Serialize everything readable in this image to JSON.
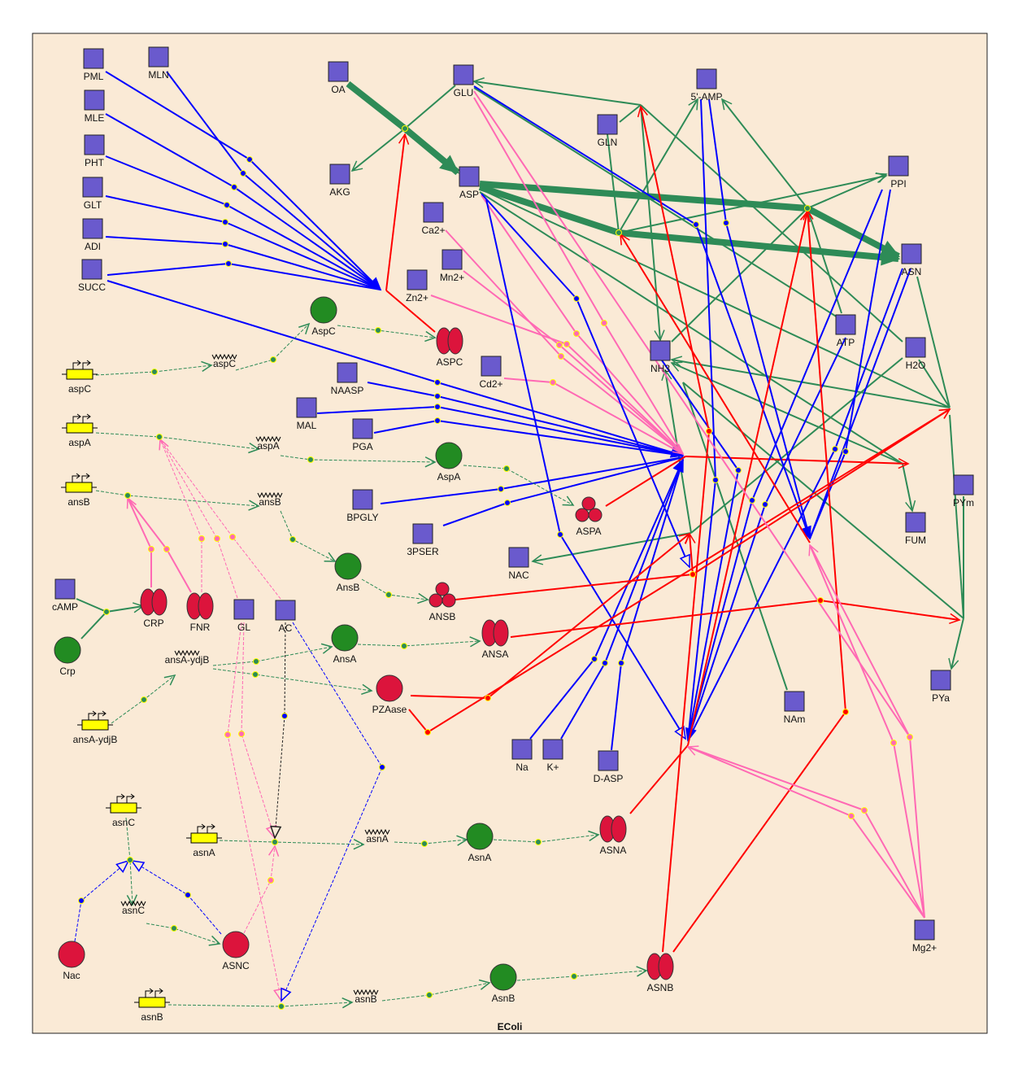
{
  "diagram": {
    "title": "EColi",
    "colors": {
      "background": "#faead6",
      "species": "#6a5acd",
      "protein_green": "#228b22",
      "protein_red": "#dc143c",
      "gene": "#ffff00",
      "reaction": "#2e8b57",
      "inhibition_or_transport": "#0000ff",
      "catalysis": "#ff0000",
      "modulation": "#ff69b4"
    },
    "species": [
      {
        "id": "PML",
        "label": "PML"
      },
      {
        "id": "MLN",
        "label": "MLN"
      },
      {
        "id": "MLE",
        "label": "MLE"
      },
      {
        "id": "PHT",
        "label": "PHT"
      },
      {
        "id": "GLT",
        "label": "GLT"
      },
      {
        "id": "ADI",
        "label": "ADI"
      },
      {
        "id": "SUCC",
        "label": "SUCC"
      },
      {
        "id": "OA",
        "label": "OA"
      },
      {
        "id": "GLU",
        "label": "GLU"
      },
      {
        "id": "AKG",
        "label": "AKG"
      },
      {
        "id": "ASP",
        "label": "ASP"
      },
      {
        "id": "Ca",
        "label": "Ca2+"
      },
      {
        "id": "Mn",
        "label": "Mn2+"
      },
      {
        "id": "Zn",
        "label": "Zn2+"
      },
      {
        "id": "GLN",
        "label": "GLN"
      },
      {
        "id": "AMP",
        "label": "5'-AMP"
      },
      {
        "id": "PPI",
        "label": "PPI"
      },
      {
        "id": "ASN",
        "label": "ASN"
      },
      {
        "id": "NH3",
        "label": "NH3"
      },
      {
        "id": "ATP",
        "label": "ATP"
      },
      {
        "id": "H2O",
        "label": "H2O"
      },
      {
        "id": "Cd",
        "label": "Cd2+"
      },
      {
        "id": "NAASP",
        "label": "NAASP"
      },
      {
        "id": "MAL",
        "label": "MAL"
      },
      {
        "id": "PGA",
        "label": "PGA"
      },
      {
        "id": "BPGLY",
        "label": "BPGLY"
      },
      {
        "id": "PSER",
        "label": "3PSER"
      },
      {
        "id": "NAC",
        "label": "NAC"
      },
      {
        "id": "FUM",
        "label": "FUM"
      },
      {
        "id": "PYm",
        "label": "PYm"
      },
      {
        "id": "PYa",
        "label": "PYa"
      },
      {
        "id": "NAm",
        "label": "NAm"
      },
      {
        "id": "Na",
        "label": "Na"
      },
      {
        "id": "K",
        "label": "K+"
      },
      {
        "id": "DASP",
        "label": "D-ASP"
      },
      {
        "id": "GL",
        "label": "GL"
      },
      {
        "id": "AC",
        "label": "AC"
      },
      {
        "id": "cAMP",
        "label": "cAMP"
      },
      {
        "id": "Mg",
        "label": "Mg2+"
      }
    ],
    "proteins_green": [
      {
        "id": "AspC",
        "label": "AspC"
      },
      {
        "id": "AspA",
        "label": "AspA"
      },
      {
        "id": "AnsB",
        "label": "AnsB"
      },
      {
        "id": "AnsA",
        "label": "AnsA"
      },
      {
        "id": "AsnA",
        "label": "AsnA"
      },
      {
        "id": "AsnB",
        "label": "AsnB"
      },
      {
        "id": "Crp",
        "label": "Crp"
      }
    ],
    "proteins_red": [
      {
        "id": "PZAase",
        "label": "PZAase"
      },
      {
        "id": "ASNC",
        "label": "ASNC"
      },
      {
        "id": "Nac",
        "label": "Nac"
      }
    ],
    "dimers": [
      {
        "id": "ASPC",
        "label": "ASPC"
      },
      {
        "id": "CRP",
        "label": "CRP"
      },
      {
        "id": "FNR",
        "label": "FNR"
      },
      {
        "id": "ANSA",
        "label": "ANSA"
      },
      {
        "id": "ASNA",
        "label": "ASNA"
      },
      {
        "id": "ASNB",
        "label": "ASNB"
      }
    ],
    "trimers": [
      {
        "id": "ASPA",
        "label": "ASPA"
      },
      {
        "id": "ANSB",
        "label": "ANSB"
      }
    ],
    "genes": [
      {
        "id": "g_aspC",
        "label": "aspC"
      },
      {
        "id": "g_aspA",
        "label": "aspA"
      },
      {
        "id": "g_ansB",
        "label": "ansB"
      },
      {
        "id": "g_ansA",
        "label": "ansA-ydjB"
      },
      {
        "id": "g_asnC",
        "label": "asnC"
      },
      {
        "id": "g_asnA",
        "label": "asnA"
      },
      {
        "id": "g_asnB",
        "label": "asnB"
      }
    ],
    "mrnas": [
      {
        "id": "m_aspC",
        "label": "aspC"
      },
      {
        "id": "m_aspA",
        "label": "aspA"
      },
      {
        "id": "m_ansB",
        "label": "ansB"
      },
      {
        "id": "m_ansA",
        "label": "ansA-ydjB"
      },
      {
        "id": "m_asnA",
        "label": "asnA"
      },
      {
        "id": "m_asnC",
        "label": "asnC"
      },
      {
        "id": "m_asnB",
        "label": "asnB"
      }
    ]
  }
}
